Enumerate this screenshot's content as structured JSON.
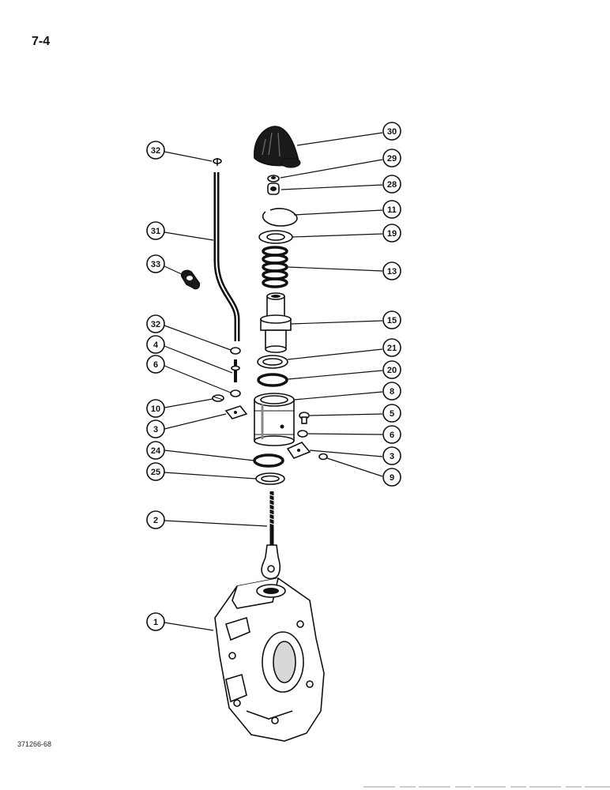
{
  "page_number": "7-4",
  "figure_code": "371266-68",
  "callouts": [
    {
      "id": "c30",
      "label": "30",
      "part": "cap"
    },
    {
      "id": "c29",
      "label": "29",
      "part": "nut"
    },
    {
      "id": "c28",
      "label": "28",
      "part": "fitting"
    },
    {
      "id": "c11",
      "label": "11",
      "part": "snap-ring"
    },
    {
      "id": "c19",
      "label": "19",
      "part": "washer"
    },
    {
      "id": "c13",
      "label": "13",
      "part": "spring"
    },
    {
      "id": "c15",
      "label": "15",
      "part": "piston"
    },
    {
      "id": "c21",
      "label": "21",
      "part": "seal"
    },
    {
      "id": "c20",
      "label": "20",
      "part": "o-ring"
    },
    {
      "id": "c8",
      "label": "8",
      "part": "cylinder"
    },
    {
      "id": "c5",
      "label": "5",
      "part": "bolt"
    },
    {
      "id": "c6r",
      "label": "6",
      "part": "washer"
    },
    {
      "id": "c3r",
      "label": "3",
      "part": "clip"
    },
    {
      "id": "c9",
      "label": "9",
      "part": "nut"
    },
    {
      "id": "c32a",
      "label": "32",
      "part": "clamp"
    },
    {
      "id": "c31",
      "label": "31",
      "part": "tube"
    },
    {
      "id": "c33",
      "label": "33",
      "part": "clip"
    },
    {
      "id": "c32b",
      "label": "32",
      "part": "clamp"
    },
    {
      "id": "c4",
      "label": "4",
      "part": "stud"
    },
    {
      "id": "c6l",
      "label": "6",
      "part": "washer"
    },
    {
      "id": "c10",
      "label": "10",
      "part": "fitting"
    },
    {
      "id": "c3l",
      "label": "3",
      "part": "clip"
    },
    {
      "id": "c24",
      "label": "24",
      "part": "o-ring"
    },
    {
      "id": "c25",
      "label": "25",
      "part": "seal"
    },
    {
      "id": "c2",
      "label": "2",
      "part": "rod"
    },
    {
      "id": "c1",
      "label": "1",
      "part": "housing"
    }
  ]
}
